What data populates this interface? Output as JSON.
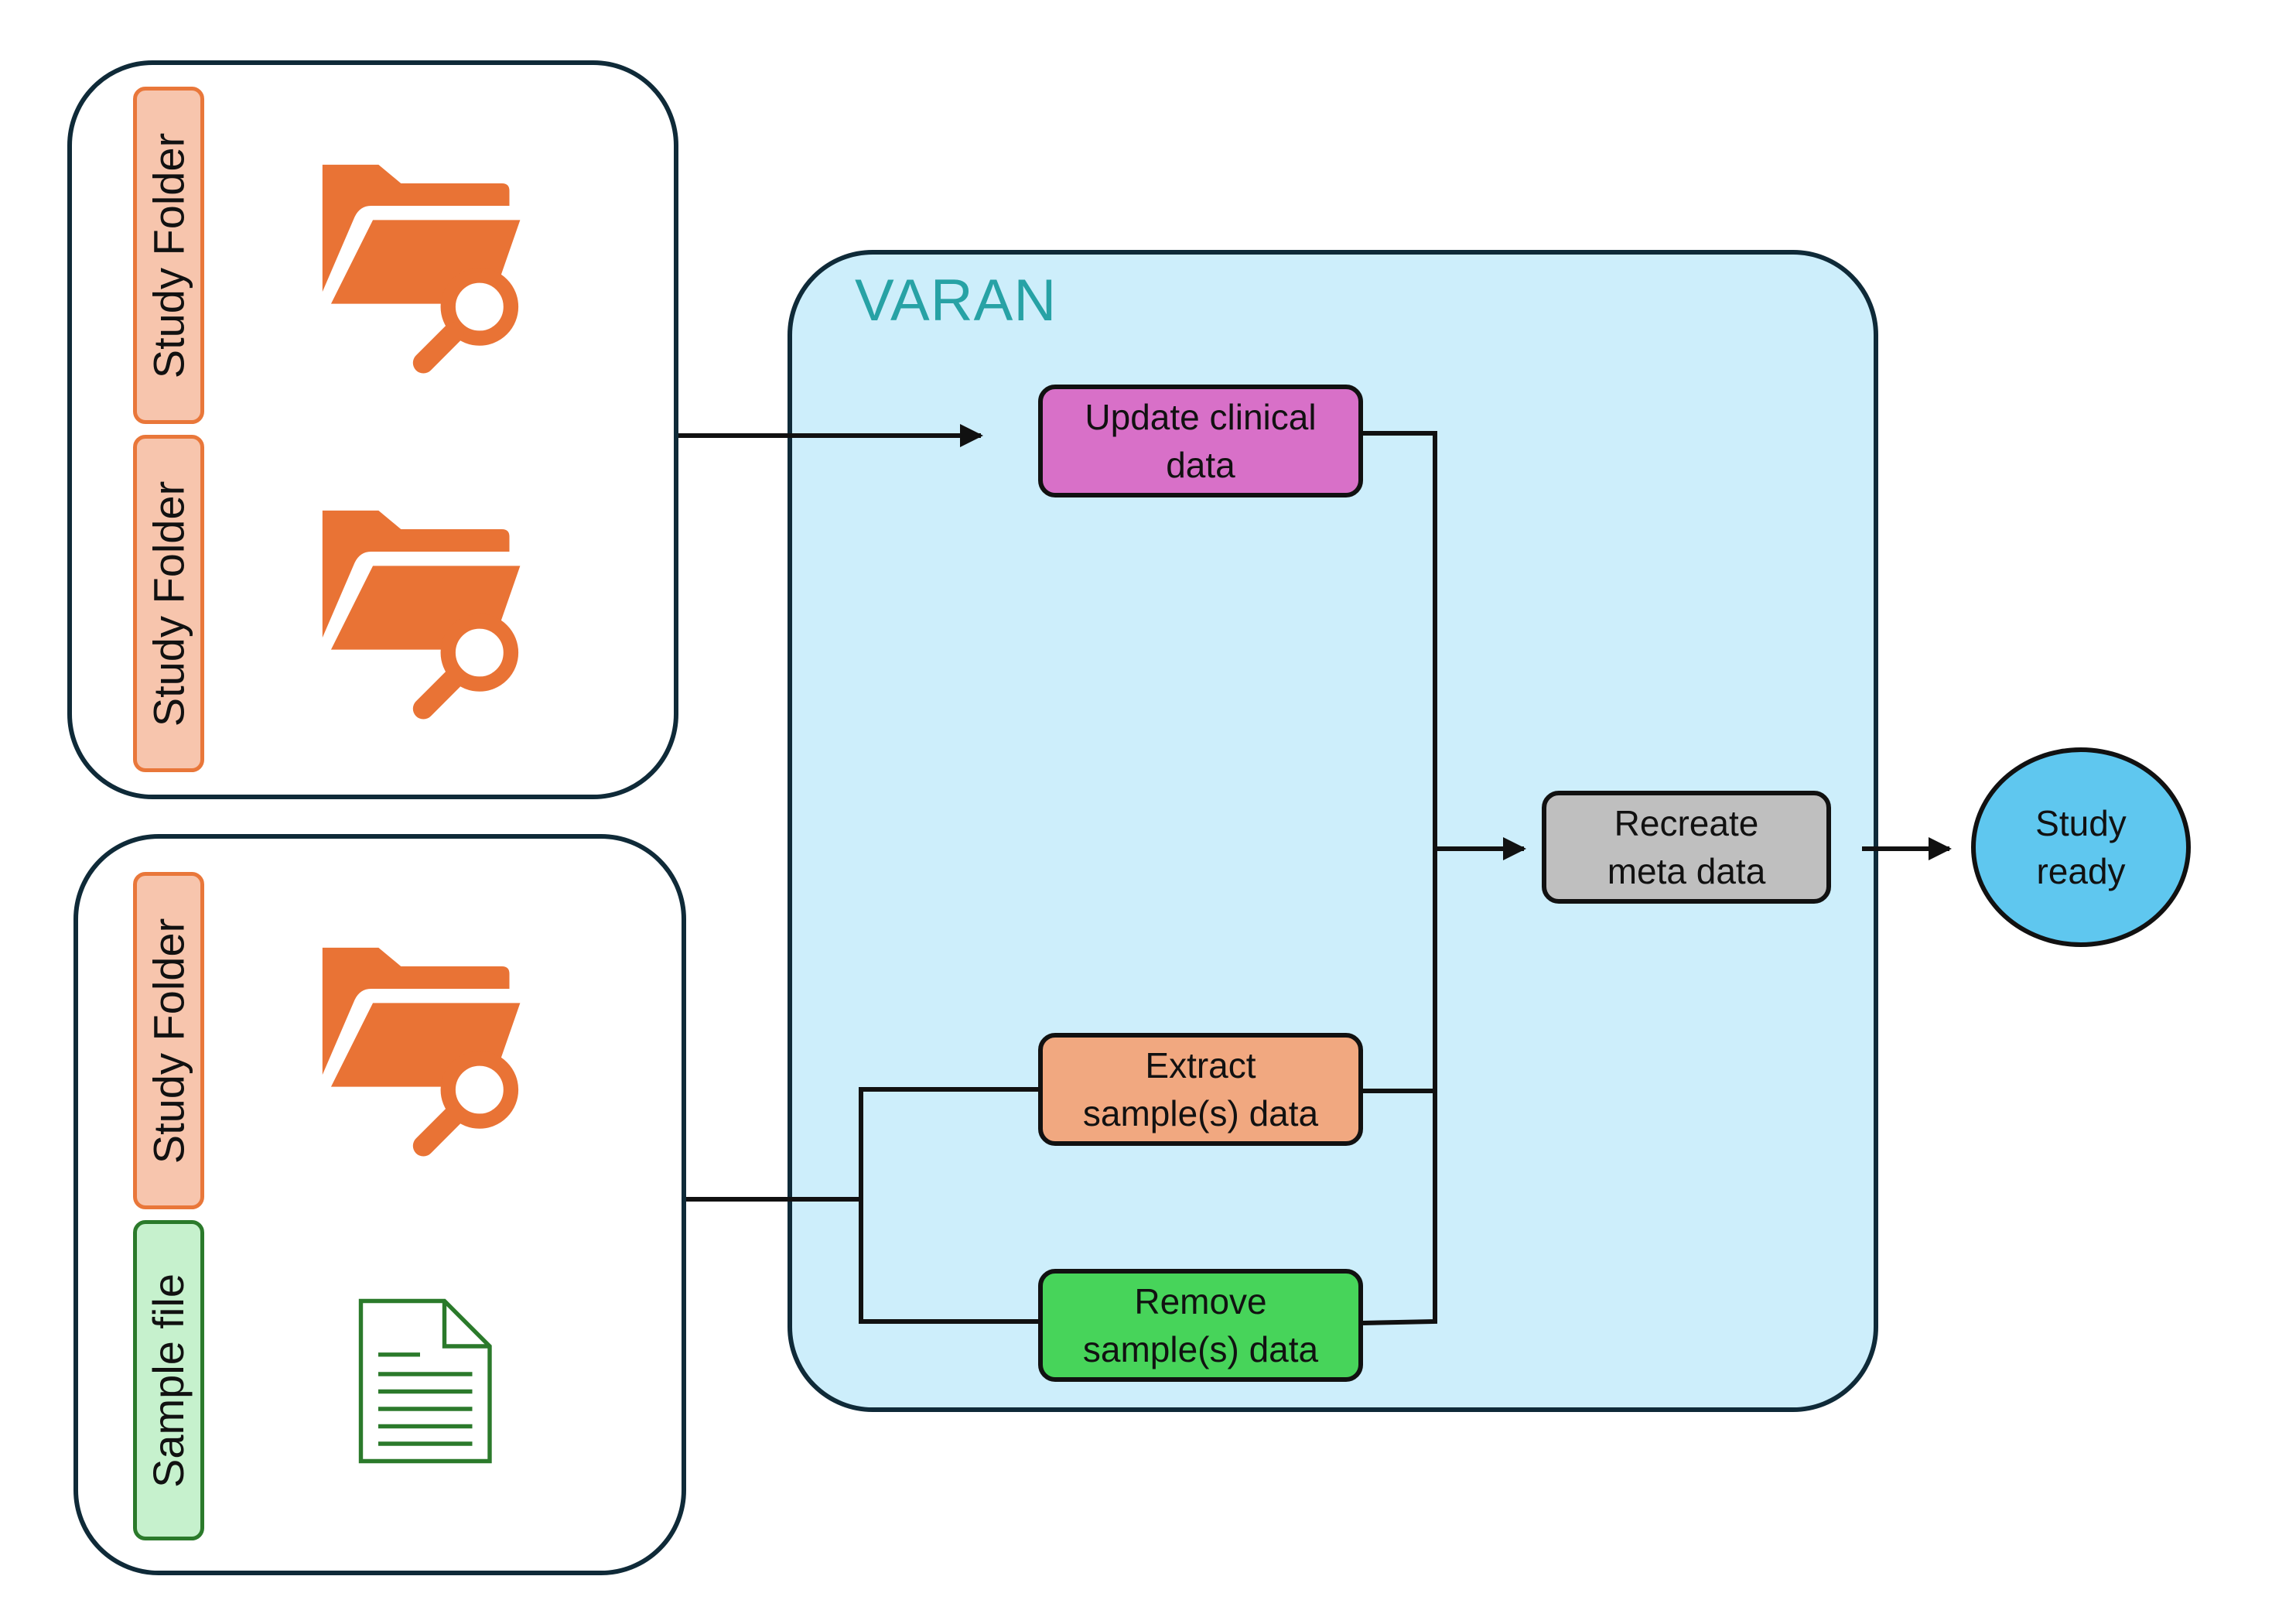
{
  "input_groups": [
    {
      "labels": [
        "Study Folder",
        "Study Folder"
      ],
      "icons": [
        "folder-search-icon",
        "folder-search-icon"
      ]
    },
    {
      "labels": [
        "Study Folder",
        "Sample file"
      ],
      "icons": [
        "folder-search-icon",
        "document-icon"
      ]
    }
  ],
  "varan": {
    "title": "VARAN",
    "steps": {
      "update_clinical": "Update clinical\ndata",
      "extract_samples": "Extract\nsample(s) data",
      "remove_samples": "Remove\nsample(s) data",
      "recreate_meta": "Recreate\nmeta data"
    }
  },
  "output": {
    "label": "Study\nready"
  },
  "colors": {
    "folder_orange": "#e97335",
    "update_clinical": "#d870c8",
    "extract_samples": "#f1a880",
    "remove_samples": "#47d45a",
    "recreate_meta": "#bfbfbf",
    "output": "#5fc7ef",
    "varan_bg": "#cdeefb",
    "varan_title": "#27a2a5"
  }
}
